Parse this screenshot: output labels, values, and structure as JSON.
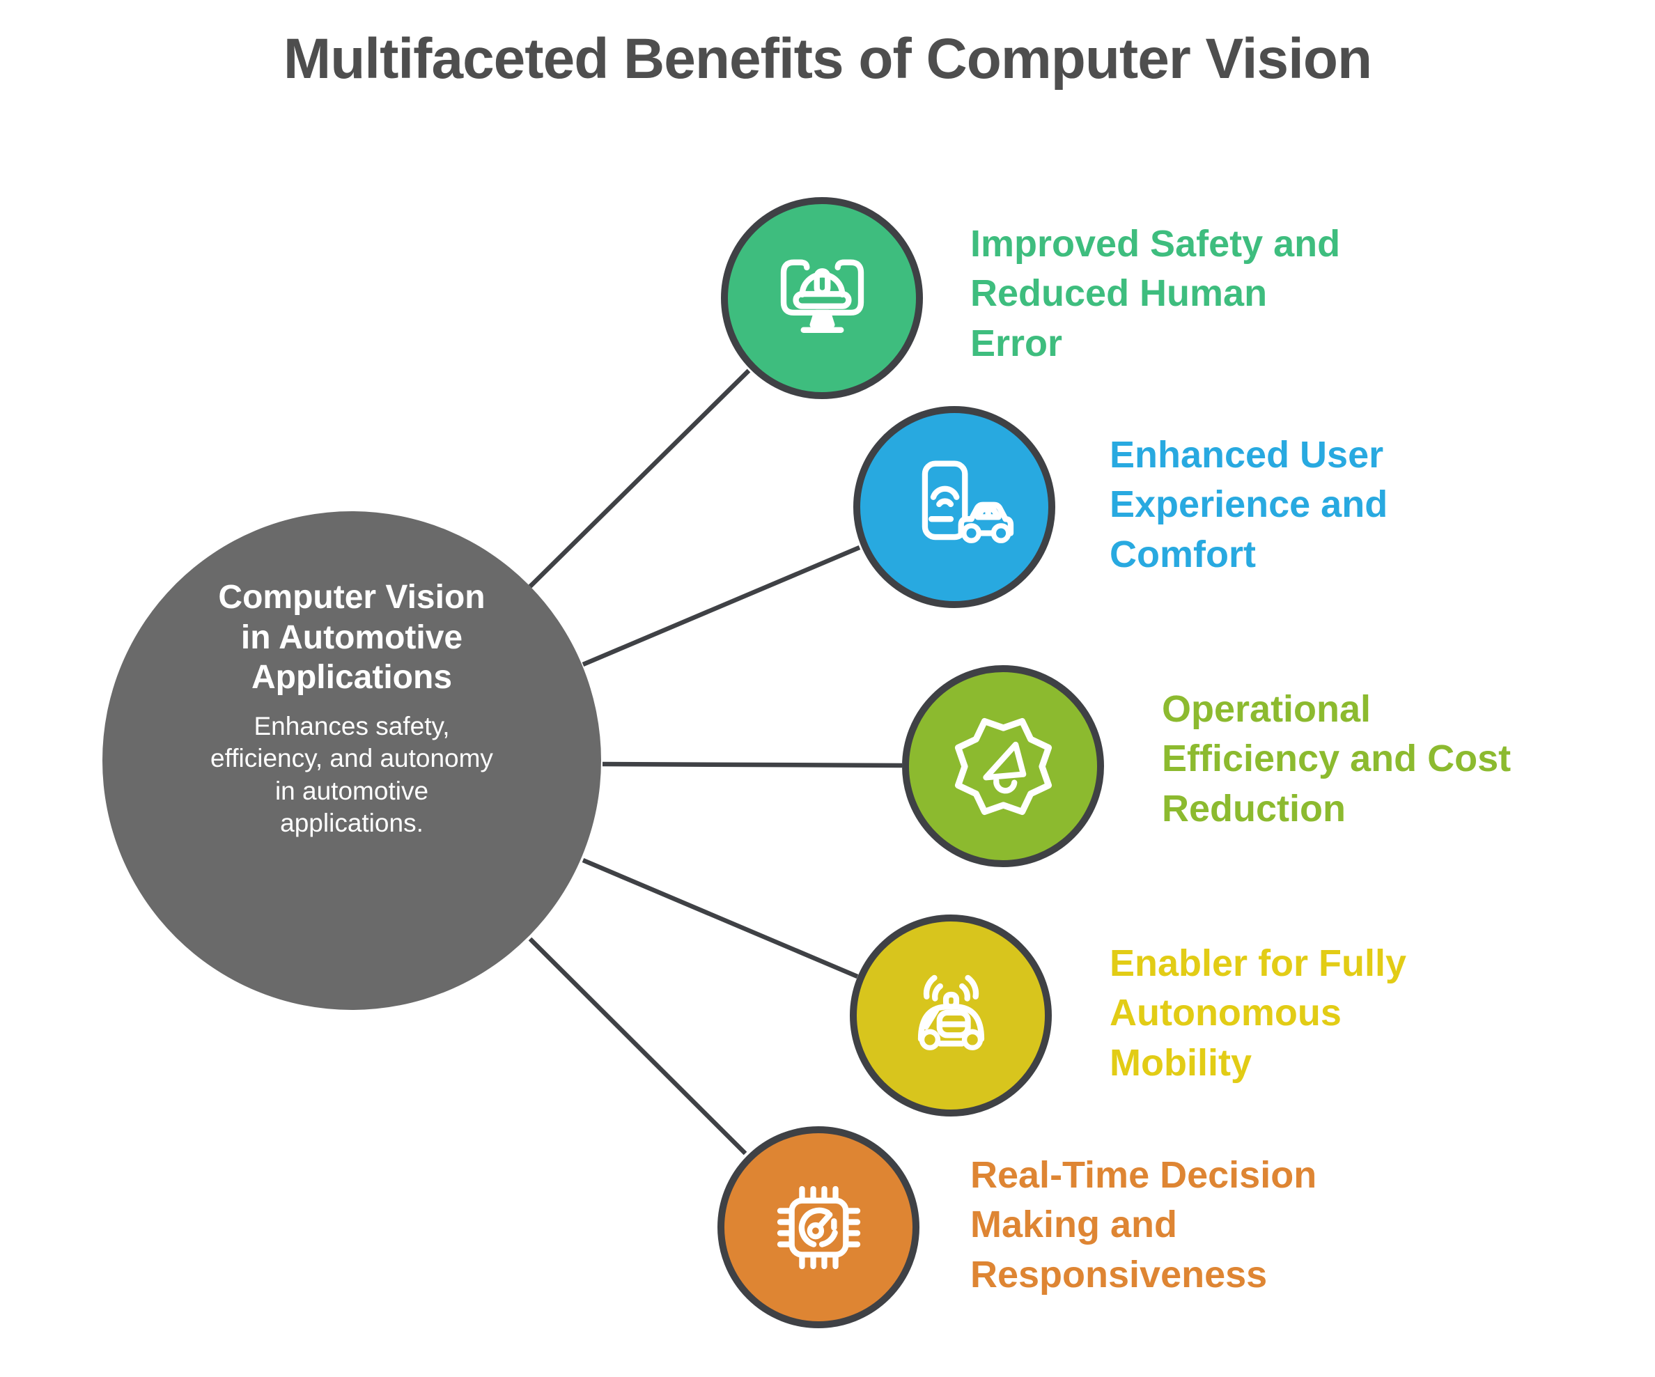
{
  "title": "Multifaceted Benefits of Computer Vision",
  "hub": {
    "heading": "Computer Vision\nin Automotive\nApplications",
    "description": "Enhances safety,\nefficiency, and autonomy\nin automotive\napplications.",
    "color": "#6A6A6A",
    "text_color": "#FFFFFF"
  },
  "nodes": [
    {
      "label": "Improved Safety and\nReduced Human\nError",
      "color": "#3EBD7E",
      "icon": "monitor-hardhat-icon"
    },
    {
      "label": "Enhanced User\nExperience and\nComfort",
      "color": "#28A9E0",
      "icon": "phone-car-icon"
    },
    {
      "label": "Operational\nEfficiency and Cost\nReduction",
      "color": "#8CBA2F",
      "icon": "gear-megaphone-icon"
    },
    {
      "label": "Enabler for Fully\nAutonomous\nMobility",
      "color": "#D8C51D",
      "icon": "autonomous-car-icon"
    },
    {
      "label": "Real-Time Decision\nMaking and\nResponsiveness",
      "color": "#DE8533",
      "icon": "chip-gauge-icon"
    }
  ],
  "palette": {
    "background": "#FFFFFF",
    "title_color": "#4E4E4E",
    "outline_and_connector_color": "#3F4145",
    "yellow_label_color": "#E2CC15"
  }
}
